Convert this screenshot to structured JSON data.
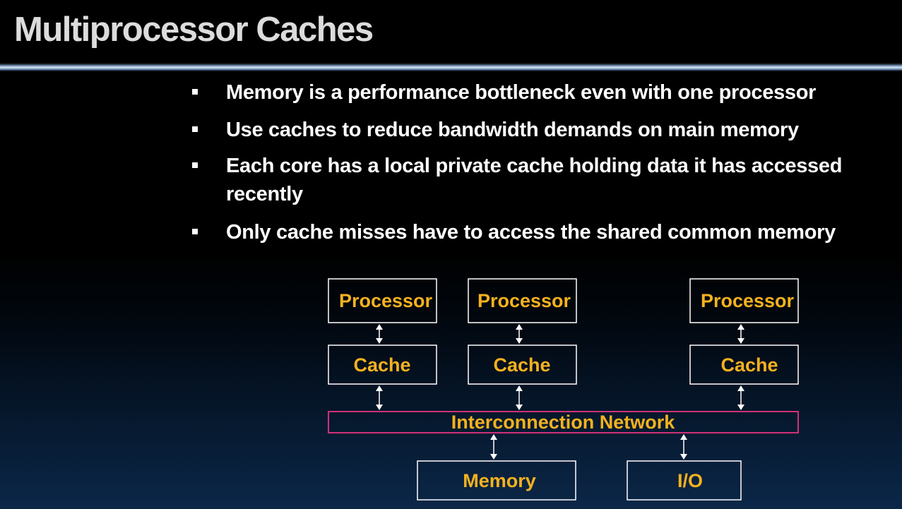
{
  "slide": {
    "title": "Multiprocessor Caches",
    "bullets": [
      "Memory is a performance bottleneck even with one processor",
      "Use caches to reduce bandwidth demands on main memory",
      "Each core has a local private cache holding data it has accessed recently",
      "Only cache misses have to access the shared common memory"
    ]
  },
  "diagram": {
    "processors": [
      "Processor",
      "Processor",
      "Processor"
    ],
    "caches": [
      "Cache",
      "Cache",
      "Cache"
    ],
    "network": "Interconnection Network",
    "memory": "Memory",
    "io": "I/O"
  },
  "colors": {
    "background": "#000000",
    "title": "#dcdcdc",
    "bullet_text": "#ffffff",
    "diagram_label": "#f5b21e",
    "network_border": "#d0307a",
    "rule": "#8aaed4"
  }
}
